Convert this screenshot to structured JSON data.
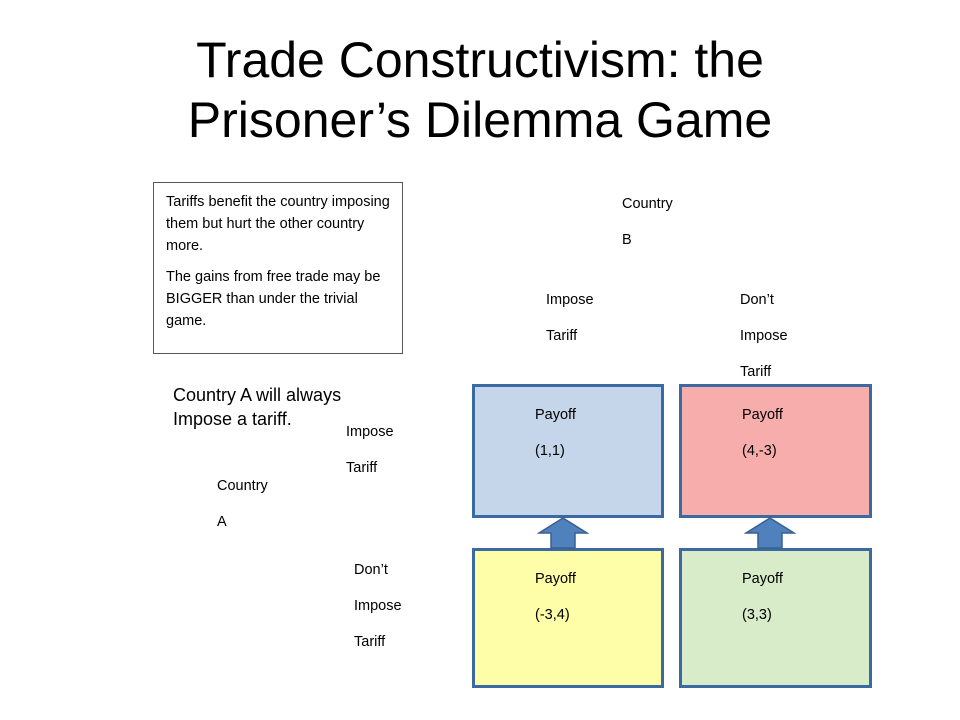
{
  "title": {
    "line1": "Trade Constructivism: the",
    "line2": "Prisoner’s Dilemma Game"
  },
  "note_box": {
    "paragraph1": "Tariffs benefit the country imposing them but hurt the other country more.",
    "paragraph2": "The gains from free trade may be BIGGER than under the trivial game."
  },
  "conclusion": {
    "line1": "Country A will always",
    "line2": "Impose a tariff."
  },
  "country_b": {
    "line1": "Country",
    "line2": "B",
    "col1": [
      "Impose",
      "Tariff"
    ],
    "col2": [
      "Don’t",
      "Impose",
      "Tariff"
    ]
  },
  "country_a": {
    "line1": "Country",
    "line2": "A",
    "row1": [
      "Impose",
      "Tariff"
    ],
    "row2": [
      "Don’t",
      "Impose",
      "Tariff"
    ]
  },
  "cells": [
    {
      "label": "Payoff",
      "value": "(1,1)",
      "color": "#c5d6ea"
    },
    {
      "label": "Payoff",
      "value": "(4,-3)",
      "color": "#f8adad"
    },
    {
      "label": "Payoff",
      "value": "(-3,4)",
      "color": "#fefea8"
    },
    {
      "label": "Payoff",
      "value": "(3,3)",
      "color": "#d9ecc9"
    }
  ],
  "colors": {
    "cell_border": "#3b6aa3",
    "arrow_fill": "#4f81bd",
    "arrow_stroke": "#3a5f8f"
  },
  "icons": [
    "up-arrow-icon",
    "up-arrow-icon"
  ]
}
